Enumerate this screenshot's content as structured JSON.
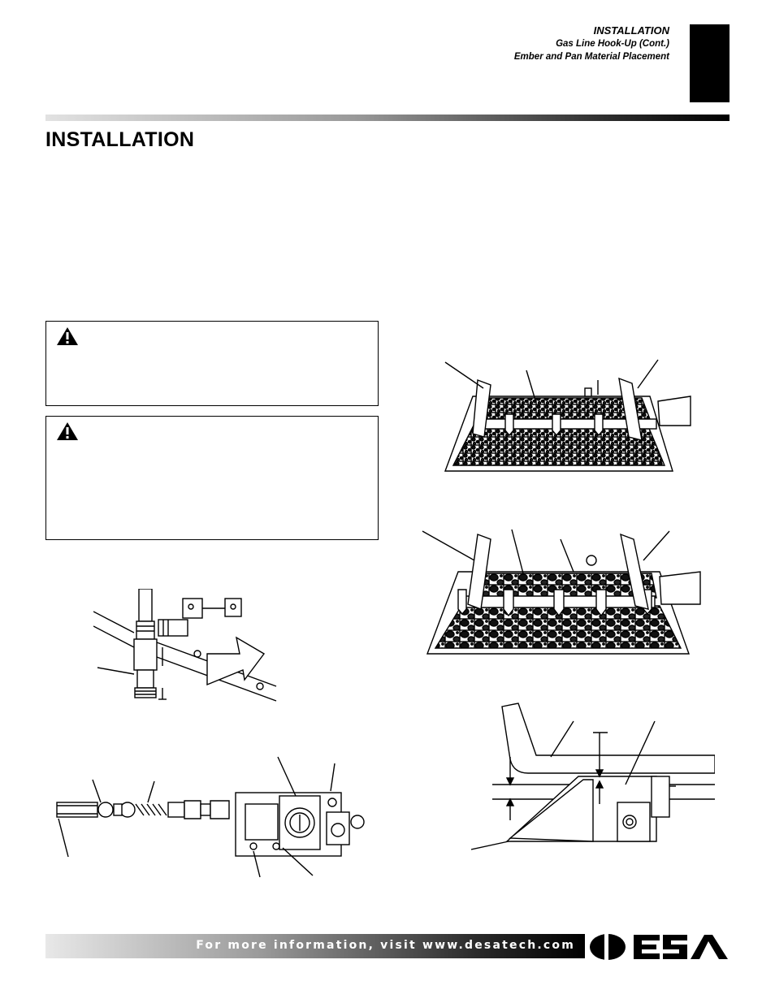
{
  "header": {
    "section": "INSTALLATION",
    "lines": [
      "Gas Line Hook-Up (Cont.)",
      "Ember and Pan Material Placement"
    ]
  },
  "page_title": "INSTALLATION",
  "warnings": [
    {
      "icon": "warning-triangle-icon"
    },
    {
      "icon": "warning-triangle-icon"
    }
  ],
  "figures": [
    {
      "name": "pipe-tee-fitting-figure"
    },
    {
      "name": "gas-control-valve-figure"
    },
    {
      "name": "ember-material-grate-figure"
    },
    {
      "name": "pan-material-grate-figure"
    },
    {
      "name": "grate-burner-side-view-figure"
    }
  ],
  "footer": {
    "text": "For more information, visit www.desatech.com",
    "logo": "DESA"
  },
  "colors": {
    "text": "#000000",
    "background": "#ffffff",
    "rule_dark": "#000000",
    "rule_light": "#e2e2e2"
  }
}
